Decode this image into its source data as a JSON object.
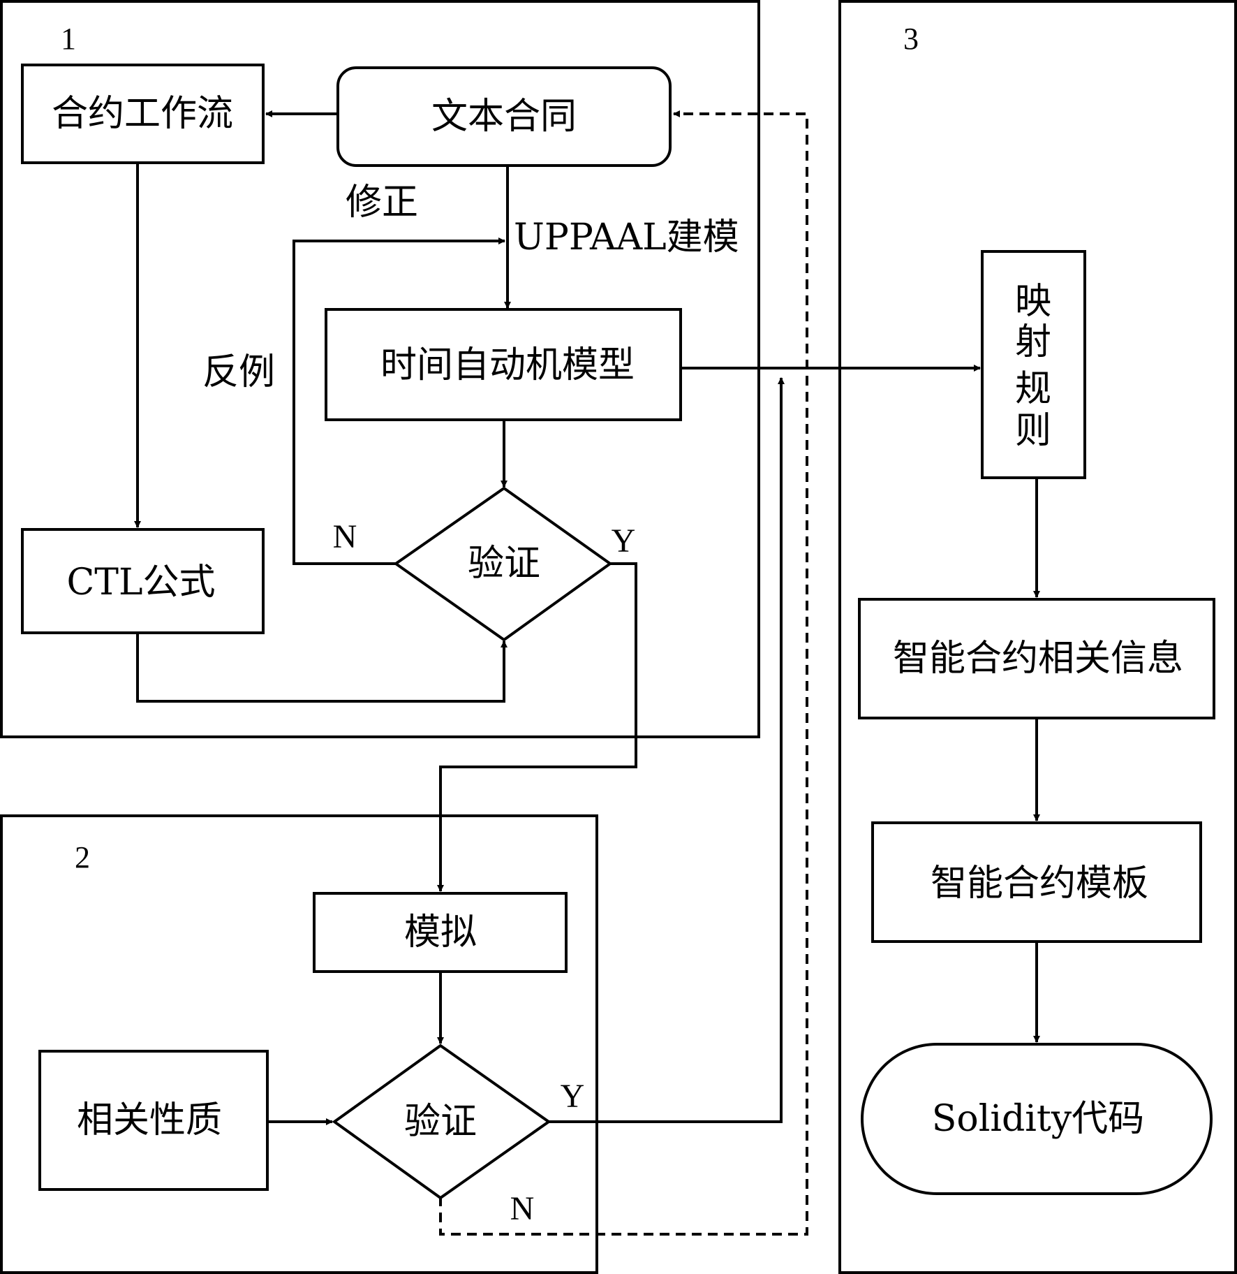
{
  "panels": {
    "p1": "1",
    "p2": "2",
    "p3": "3"
  },
  "nodes": {
    "contract_workflow": "合约工作流",
    "text_contract": "文本合同",
    "timed_automata": "时间自动机模型",
    "ctl_formula": "CTL公式",
    "verify1": "验证",
    "simulate": "模拟",
    "related_props": "相关性质",
    "verify2": "验证",
    "mapping_rules": [
      "映",
      "射",
      "规",
      "则"
    ],
    "sc_info": "智能合约相关信息",
    "sc_template": "智能合约模板",
    "solidity": "Solidity代码"
  },
  "labels": {
    "correct": "修正",
    "uppaal": "UPPAAL建模",
    "counterexample": "反例",
    "n1": "N",
    "y1": "Y",
    "y2": "Y",
    "n2": "N"
  }
}
